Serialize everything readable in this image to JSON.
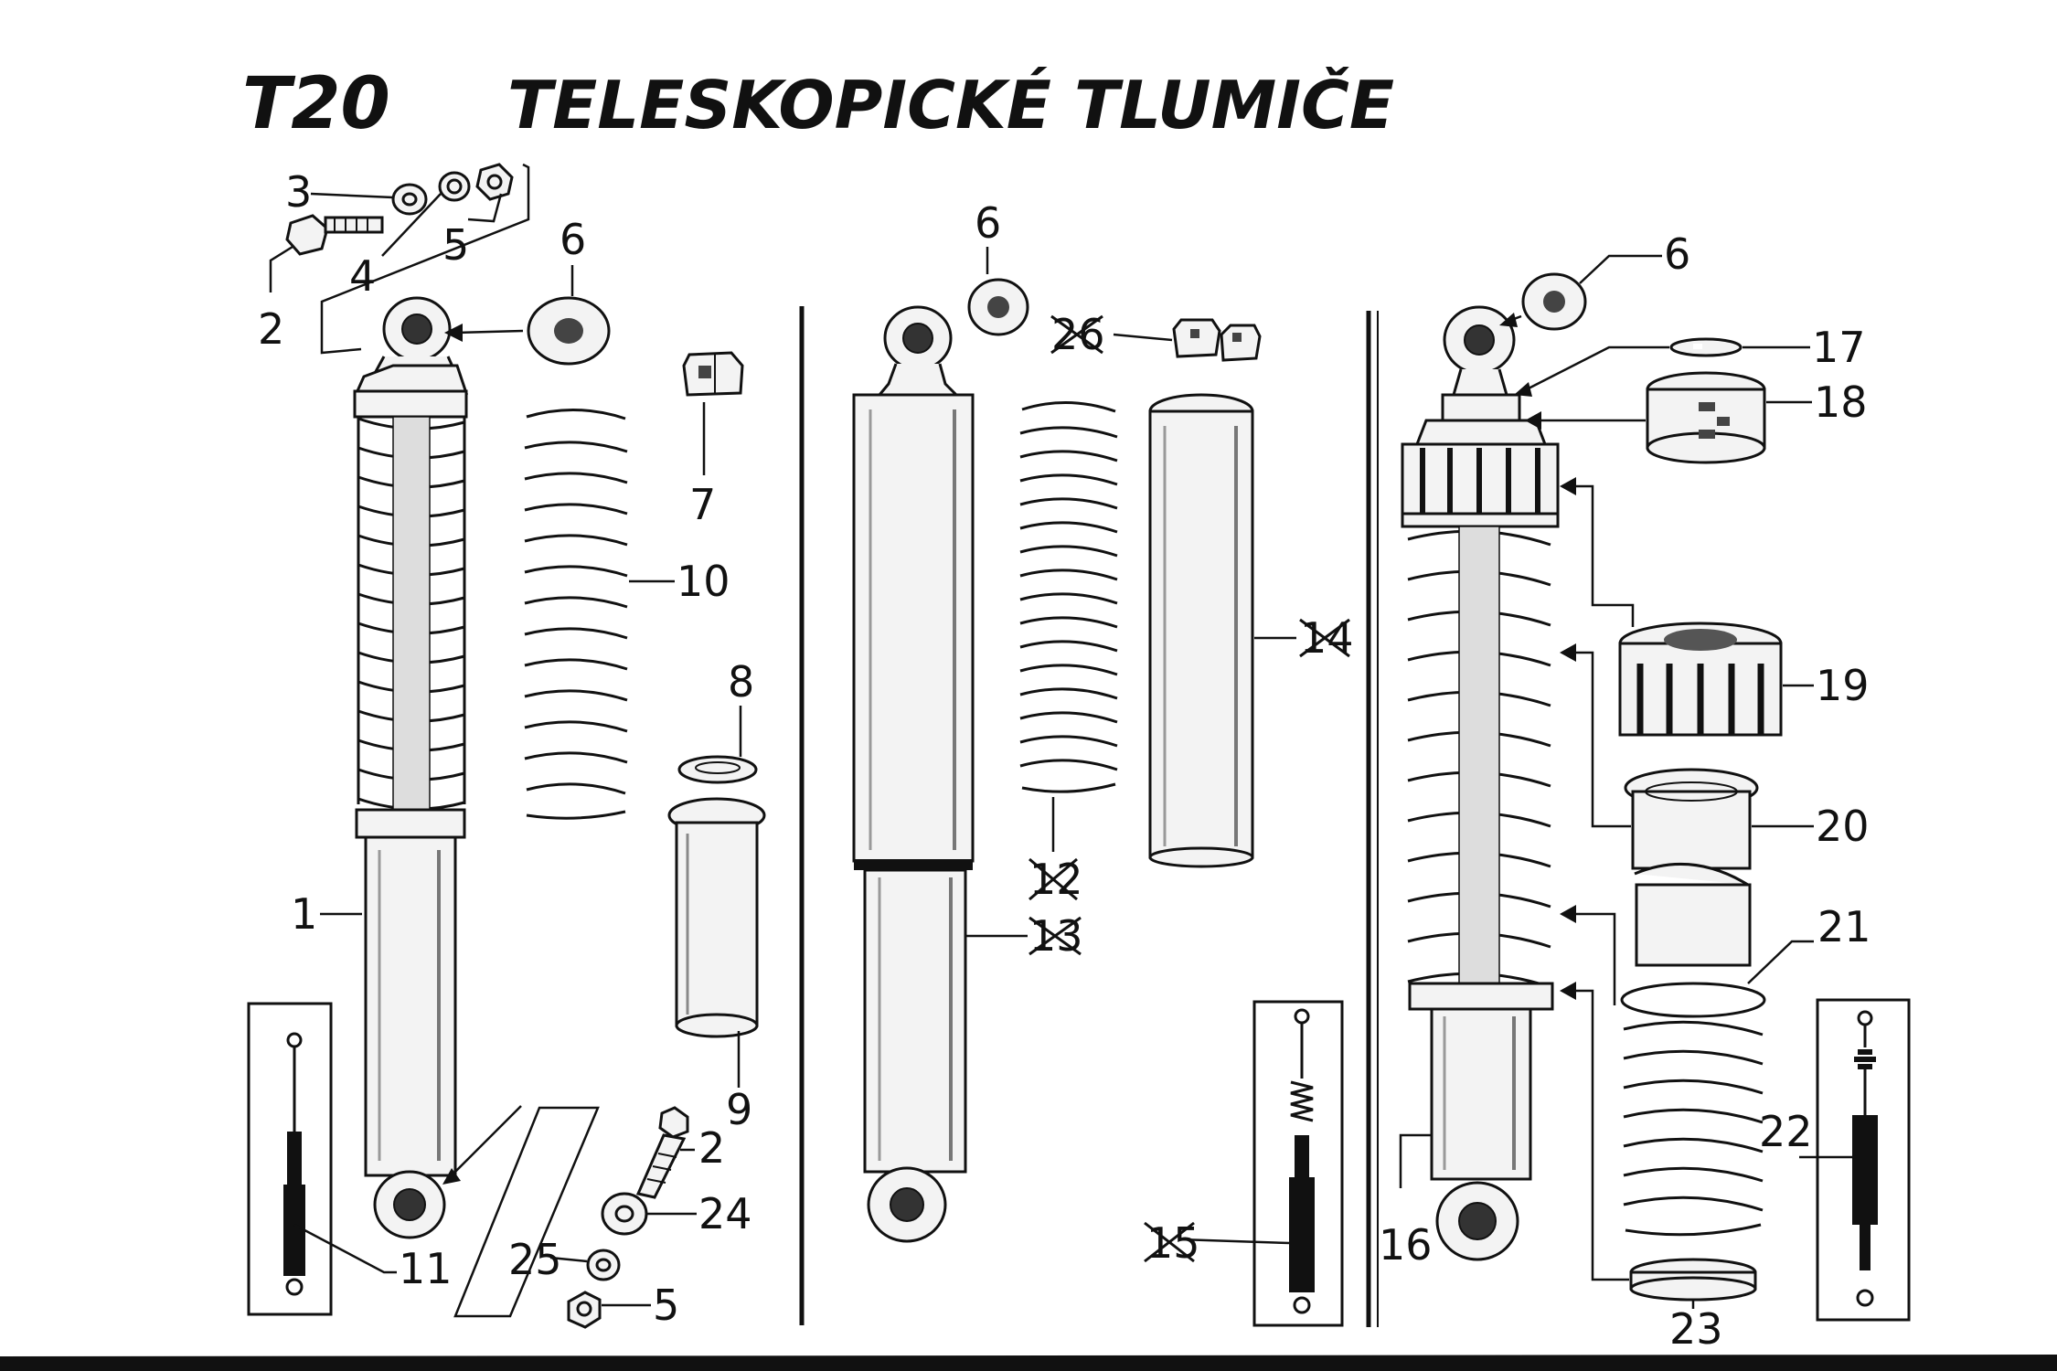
{
  "title": {
    "model": "T20",
    "heading": "TELESKOPICKÉ TLUMIČE"
  },
  "labels": {
    "l1": "1",
    "l2a": "2",
    "l2b": "2",
    "l3": "3",
    "l4": "4",
    "l5a": "5",
    "l5b": "5",
    "l6a": "6",
    "l6b": "6",
    "l6c": "6",
    "l7": "7",
    "l8": "8",
    "l9": "9",
    "l10": "10",
    "l11": "11",
    "l12": "12",
    "l13": "13",
    "l14": "14",
    "l15": "15",
    "l16": "16",
    "l17": "17",
    "l18": "18",
    "l19": "19",
    "l20": "20",
    "l21": "21",
    "l22": "22",
    "l23": "23",
    "l24": "24",
    "l25": "25",
    "l26": "26"
  },
  "crossed_out_parts": [
    "12",
    "13",
    "14",
    "15",
    "26"
  ]
}
